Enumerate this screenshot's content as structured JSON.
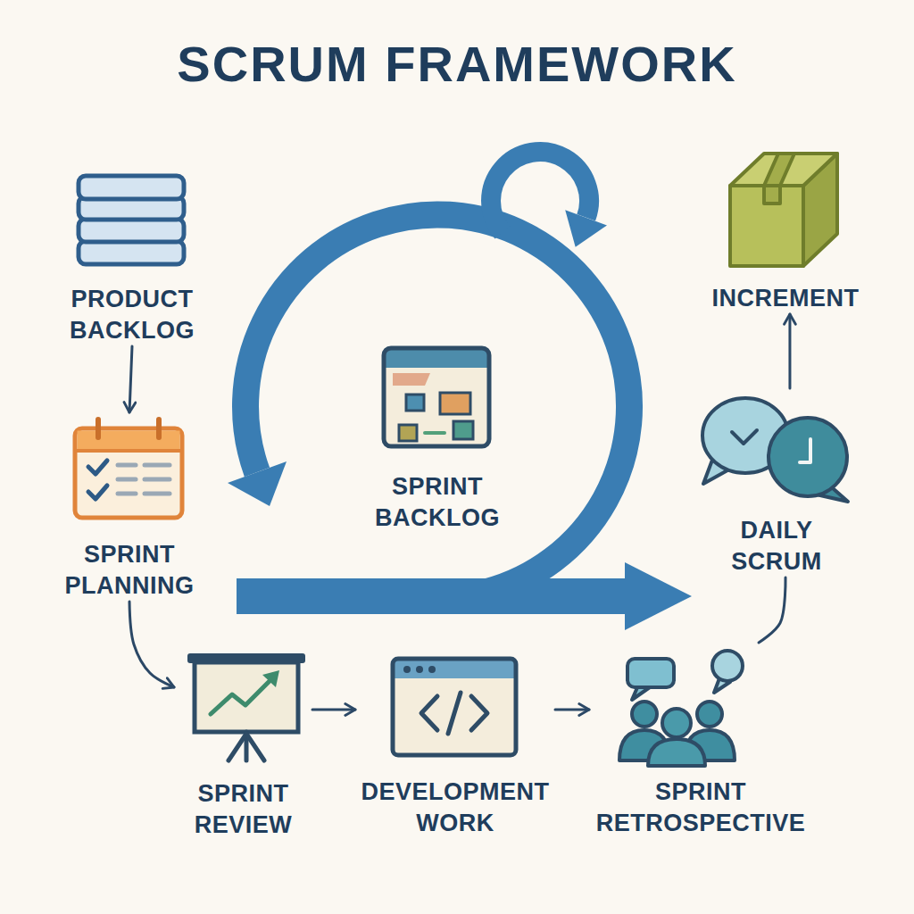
{
  "diagram": {
    "title": "SCRUM FRAMEWORK",
    "nodes": [
      {
        "text": [
          "PRODUCT BACKLOG"
        ]
      },
      {
        "text": [
          "SPRINT PLANNING"
        ]
      },
      {
        "text": [
          "SPRINT BACKLOG"
        ]
      },
      {
        "text": [
          "INCREMENT"
        ]
      },
      {
        "text": [
          "DAILY SCRUM"
        ]
      },
      {
        "text": [
          "SPRINT REVIEW"
        ]
      },
      {
        "text": [
          "DEVELOPMENT WORK"
        ]
      },
      {
        "text": [
          "SPRINT RETROSPECTIVE"
        ]
      }
    ],
    "edges": [
      {
        "from": 0,
        "to": 1,
        "arrow": "to"
      },
      {
        "from": 1,
        "to": 5,
        "arrow": "to"
      },
      {
        "from": 5,
        "to": 6,
        "arrow": "to"
      },
      {
        "from": 6,
        "to": 7,
        "arrow": "to"
      },
      {
        "from": 7,
        "to": 4,
        "arrow": "none"
      },
      {
        "from": 4,
        "to": 3,
        "arrow": "to"
      }
    ]
  }
}
